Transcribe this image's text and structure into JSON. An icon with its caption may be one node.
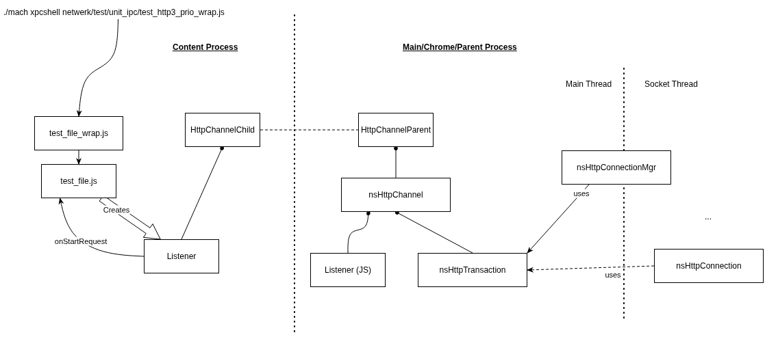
{
  "diagram": {
    "nodes": [
      {
        "text": [
          "./mach xpcshell netwerk/test/unit_ipc/test_http3_prio_wrap.js"
        ]
      },
      {
        "text": [
          "test_file_wrap.js"
        ]
      },
      {
        "text": [
          "test_file.js"
        ]
      },
      {
        "text": [
          "Listener"
        ]
      },
      {
        "text": [
          "HttpChannelChild"
        ]
      },
      {
        "text": [
          "HttpChannelParent"
        ]
      },
      {
        "text": [
          "nsHttpChannel"
        ]
      },
      {
        "text": [
          "Listener (JS)"
        ]
      },
      {
        "text": [
          "nsHttpTransaction"
        ]
      },
      {
        "text": [
          "nsHttpConnectionMgr"
        ]
      },
      {
        "text": [
          "nsHttpConnection"
        ]
      }
    ],
    "edges": [
      {
        "from": 0,
        "to": 1,
        "arrow": "to"
      },
      {
        "from": 1,
        "to": 2,
        "arrow": "to"
      },
      {
        "from": 2,
        "to": 3,
        "arrow": "to",
        "label": "Creates",
        "style": "thick"
      },
      {
        "from": 3,
        "to": 2,
        "arrow": "to",
        "label": "onStartRequest"
      },
      {
        "from": 3,
        "to": 4,
        "arrow": "other"
      },
      {
        "from": 4,
        "to": 5,
        "arrow": "none",
        "style": "dashed"
      },
      {
        "from": 6,
        "to": 5,
        "arrow": "other"
      },
      {
        "from": 7,
        "to": 6,
        "arrow": "other"
      },
      {
        "from": 8,
        "to": 6,
        "arrow": "other"
      },
      {
        "from": 9,
        "to": 8,
        "arrow": "to",
        "label": "uses"
      },
      {
        "from": 10,
        "to": 8,
        "arrow": "to",
        "label": "uses",
        "style": "dashed"
      }
    ],
    "labels": [
      "Content Process",
      "Main/Chrome/Parent Process",
      "Main Thread",
      "Socket Thread",
      "..."
    ]
  }
}
